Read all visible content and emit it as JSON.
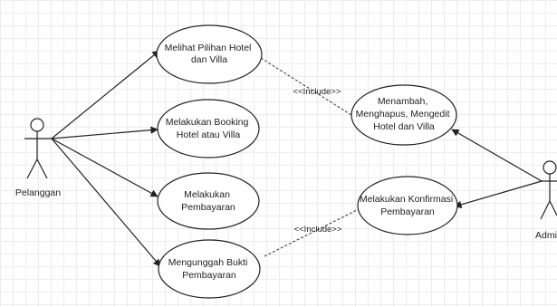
{
  "actors": {
    "customer": {
      "label": "Pelanggan"
    },
    "admin": {
      "label": "Admin"
    }
  },
  "use_cases": {
    "view_options": {
      "lines": [
        "Melihat Pilihan Hotel",
        "dan Villa"
      ]
    },
    "booking": {
      "lines": [
        "Melakukan Booking",
        "Hotel atau Villa"
      ]
    },
    "payment": {
      "lines": [
        "Melakukan",
        "Pembayaran"
      ]
    },
    "upload_proof": {
      "lines": [
        "Mengunggah Bukti",
        "Pembayaran"
      ]
    },
    "manage": {
      "lines": [
        "Menambah,",
        "Menghapus, Mengedit",
        "Hotel dan Villa"
      ]
    },
    "confirm": {
      "lines": [
        "Melakukan Konfirmasi",
        "Pembayaran"
      ]
    }
  },
  "relations": {
    "include_top": "<<Include>>",
    "include_bottom": "<<Include>>"
  },
  "colors": {
    "stroke": "#222222",
    "grid": "#ececec",
    "background": "#ffffff"
  }
}
